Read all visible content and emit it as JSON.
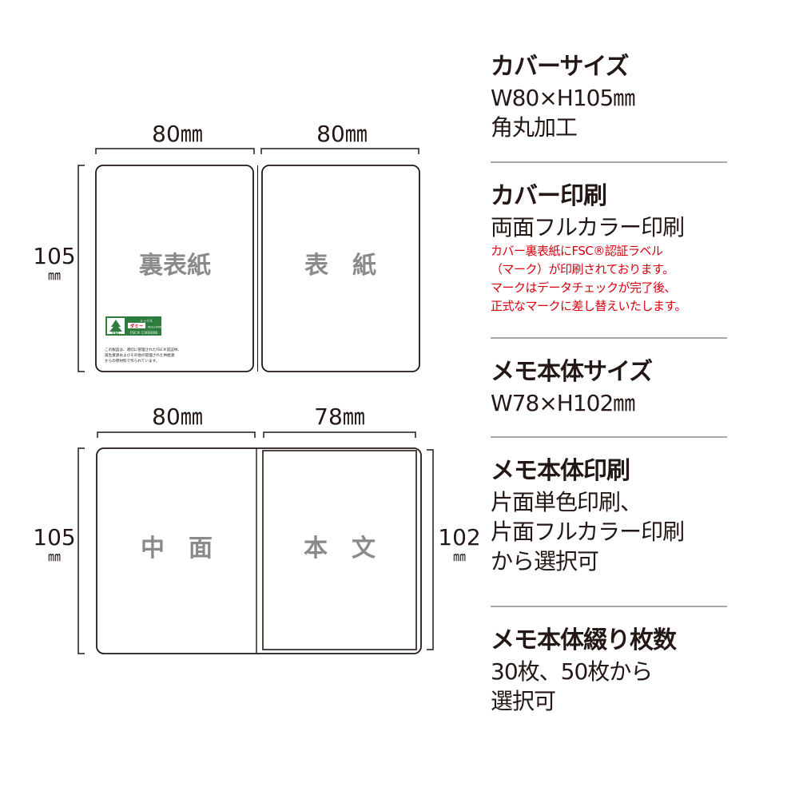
{
  "top": {
    "dim_left": "80㎜",
    "dim_right": "80㎜",
    "dim_height": "105",
    "dim_height_unit": "㎜",
    "panel_left": "裏表紙",
    "panel_right": "表　紙",
    "fsc": {
      "logo": "FSC",
      "badge_small": "ミックス",
      "badge_label": "ダミー",
      "badge_right": "責任ある木材資源を使用した紙",
      "code": "FSC® C000000",
      "notice_1": "この製品は、適切に管理されたFSC®認証林、",
      "notice_2": "再生資源およびその他の管理された供給源",
      "notice_3": "からの原材料で作られています。"
    }
  },
  "bottom": {
    "dim_left": "80㎜",
    "dim_right": "78㎜",
    "dim_height_left": "105",
    "dim_height_right": "102",
    "dim_unit": "㎜",
    "panel_left": "中　面",
    "panel_right": "本　文"
  },
  "spec": {
    "cover_size": {
      "title": "カバーサイズ",
      "lines": [
        "W80×H105㎜",
        "角丸加工"
      ]
    },
    "cover_print": {
      "title": "カバー印刷",
      "lines": [
        "両面フルカラー印刷"
      ],
      "notes": [
        "カバー裏表紙にFSC®認証ラベル",
        "（マーク）が印刷されております。",
        "マークはデータチェックが完了後、",
        "正式なマークに差し替えいたします。"
      ]
    },
    "memo_size": {
      "title": "メモ本体サイズ",
      "lines": [
        "W78×H102㎜"
      ]
    },
    "memo_print": {
      "title": "メモ本体印刷",
      "lines": [
        "片面単色印刷、",
        "片面フルカラー印刷",
        "から選択可"
      ]
    },
    "memo_sheets": {
      "title": "メモ本体綴り枚数",
      "lines": [
        "30枚、50枚から",
        "選択可"
      ]
    }
  },
  "colors": {
    "text": "#231815",
    "panel_label": "#8a8a8a",
    "note_red": "#d7000f",
    "fsc_green": "#2f7d3e",
    "divider": "#a7a7a7"
  }
}
